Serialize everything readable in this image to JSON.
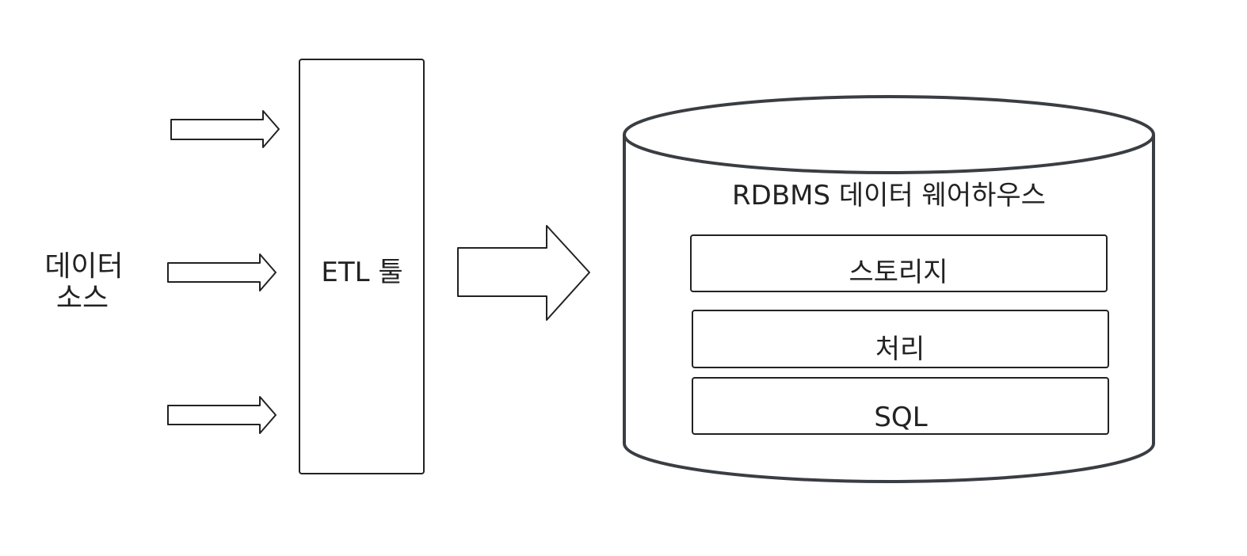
{
  "source": {
    "line1": "데이터",
    "line2": "소스"
  },
  "etl": {
    "label": "ETL 툴"
  },
  "warehouse": {
    "title": "RDBMS 데이터 웨어하우스",
    "layers": [
      "스토리지",
      "처리",
      "SQL"
    ]
  }
}
